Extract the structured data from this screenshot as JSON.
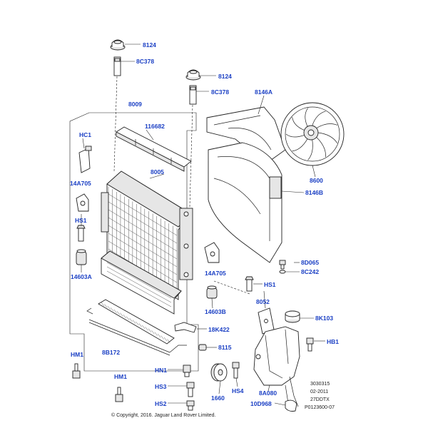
{
  "callouts": {
    "c8124a": "8124",
    "c8c378a": "8C378",
    "c8124b": "8124",
    "c8c378b": "8C378",
    "c8009": "8009",
    "c8146a": "8146A",
    "c116682": "116682",
    "chc1": "HC1",
    "c8005": "8005",
    "c8600": "8600",
    "c14a705a": "14A705",
    "c8146b": "8146B",
    "chs1a": "HS1",
    "c14603a": "14603A",
    "c8d065": "8D065",
    "c8c242": "8C242",
    "c14a705b": "14A705",
    "chs1b": "HS1",
    "c8052": "8052",
    "c14603b": "14603B",
    "c8k103": "8K103",
    "c18k422": "18K422",
    "chb1": "HB1",
    "chm1a": "HM1",
    "c8b172": "8B172",
    "c8115": "8115",
    "chn1": "HN1",
    "chm1b": "HM1",
    "chs3": "HS3",
    "c1660": "1660",
    "chs4": "HS4",
    "c8a080": "8A080",
    "chs2": "HS2",
    "c10d968": "10D968"
  },
  "reference": {
    "line1": "3030315",
    "line2": "02-2011",
    "line3": "27DDTX",
    "line4": "P0123600-07"
  },
  "copyright": "© Copyright, 2016. Jaguar Land Rover Limited.",
  "colors": {
    "callout": "#1a3fc4",
    "line": "#222222"
  }
}
